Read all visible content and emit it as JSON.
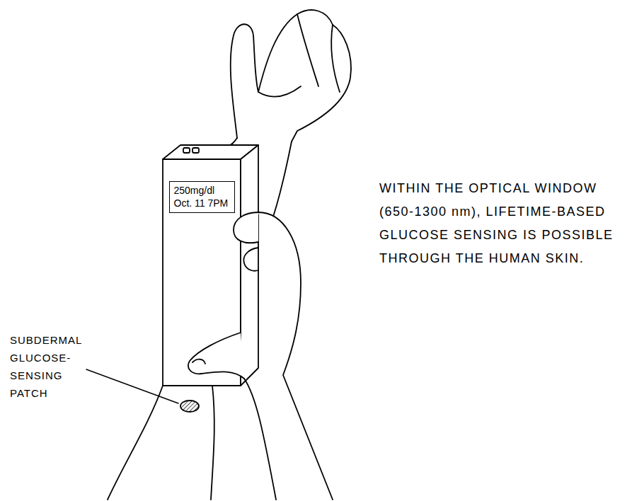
{
  "diagram": {
    "nodes": [
      {
        "text": [
          "250mg/dl",
          "Oct. 11 7PM"
        ]
      }
    ],
    "labels": [
      "SUBDERMAL GLUCOSE-SENSING PATCH",
      "WITHIN THE OPTICAL WINDOW (650-1300 nm), LIFETIME-BASED GLUCOSE SENSING IS POSSIBLE THROUGH THE HUMAN SKIN."
    ]
  }
}
